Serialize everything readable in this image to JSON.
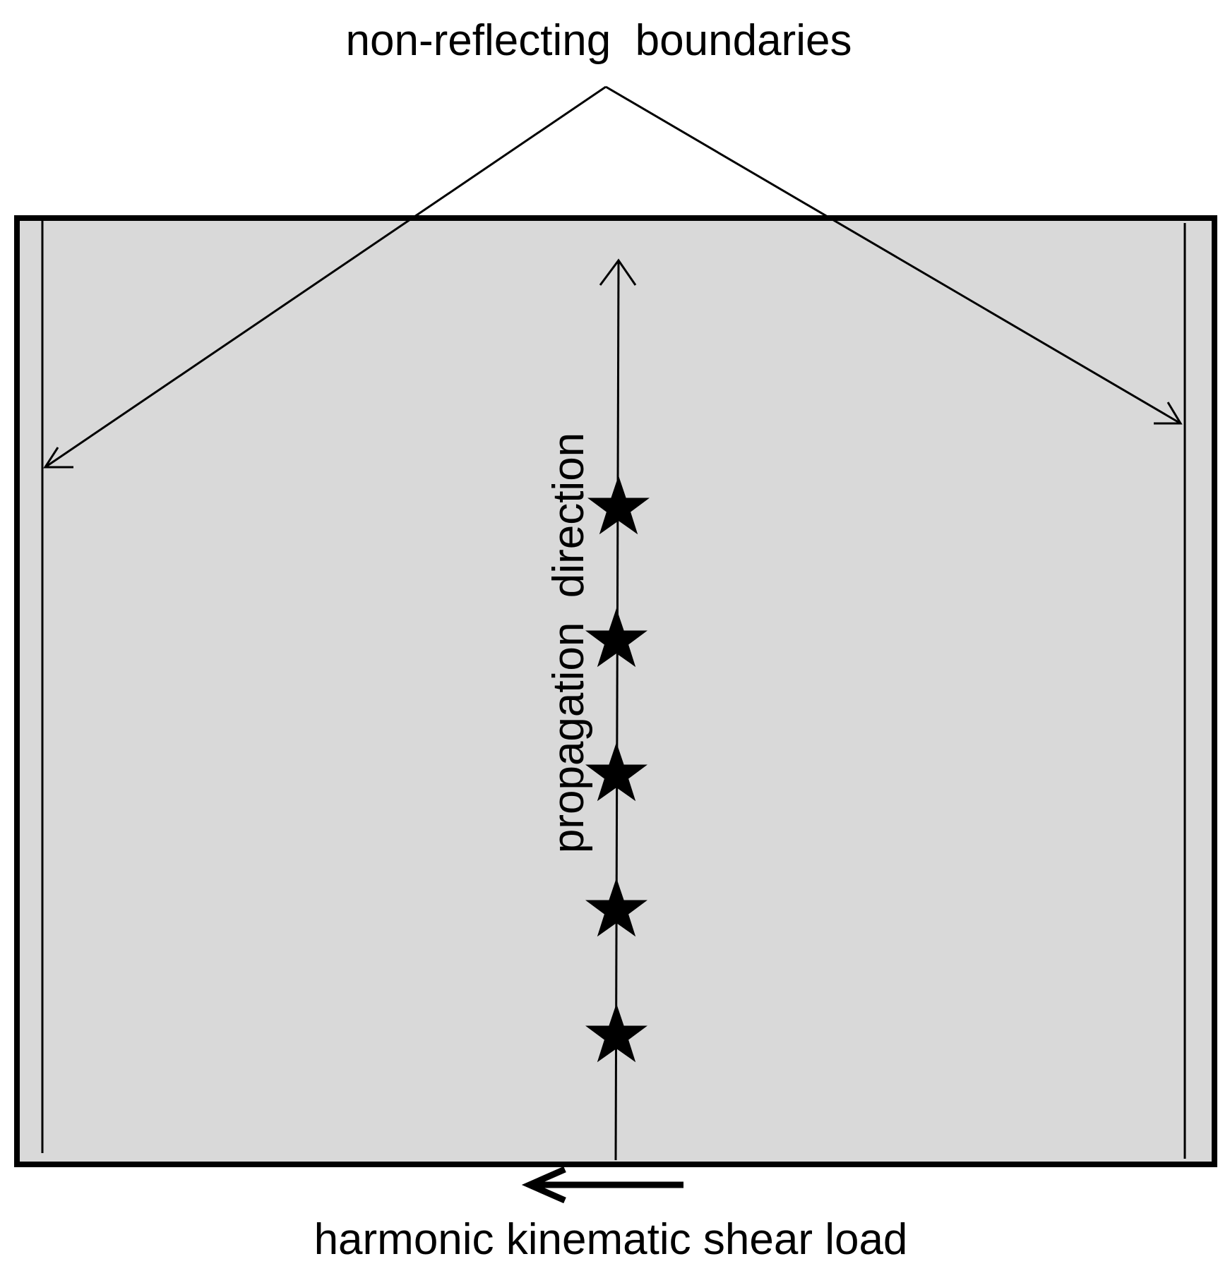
{
  "labels": {
    "top": "non-reflecting  boundaries",
    "vertical": "propagation  direction",
    "bottom": "harmonic kinematic shear load"
  },
  "colors": {
    "domain_fill": "#d9d9d9",
    "stroke": "#000000",
    "background": "#ffffff"
  },
  "icons": {
    "receiver": "star-icon",
    "load": "left-arrow-icon"
  }
}
